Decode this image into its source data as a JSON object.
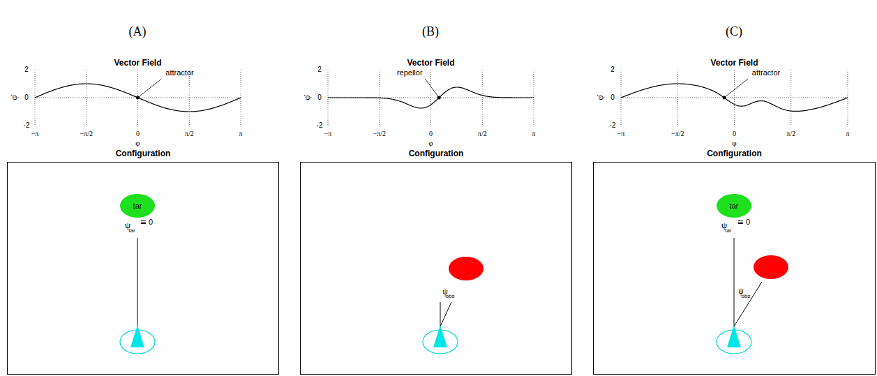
{
  "diagram": {
    "nodes": [
      {
        "text": [
          "Configuration"
        ]
      },
      {
        "text": [
          "tar"
        ],
        "in": 0
      },
      {
        "text": [
          "Configuration"
        ]
      },
      {
        "text": [
          "Configuration"
        ]
      },
      {
        "text": [
          "tar"
        ],
        "in": 3
      }
    ],
    "labels": [
      "(A)",
      "Vector Field",
      "2",
      "0",
      "-2",
      "−π",
      "−π/2",
      "0",
      "π/2",
      "π",
      "φ̇",
      "φ",
      "attractor",
      "ψ",
      "tar",
      "≅ 0",
      "(B)",
      "Vector Field",
      "2",
      "0",
      "-2",
      "−π",
      "−π/2",
      "0",
      "π/2",
      "π",
      "φ̇",
      "φ",
      "repellor",
      "ψ",
      "obs",
      "(C)",
      "Vector Field",
      "2",
      "0",
      "-2",
      "−π",
      "−π/2",
      "0",
      "π/2",
      "π",
      "φ̇",
      "φ",
      "attractor",
      "ψ",
      "tar",
      "≅ 0",
      "ψ",
      "obs"
    ]
  }
}
